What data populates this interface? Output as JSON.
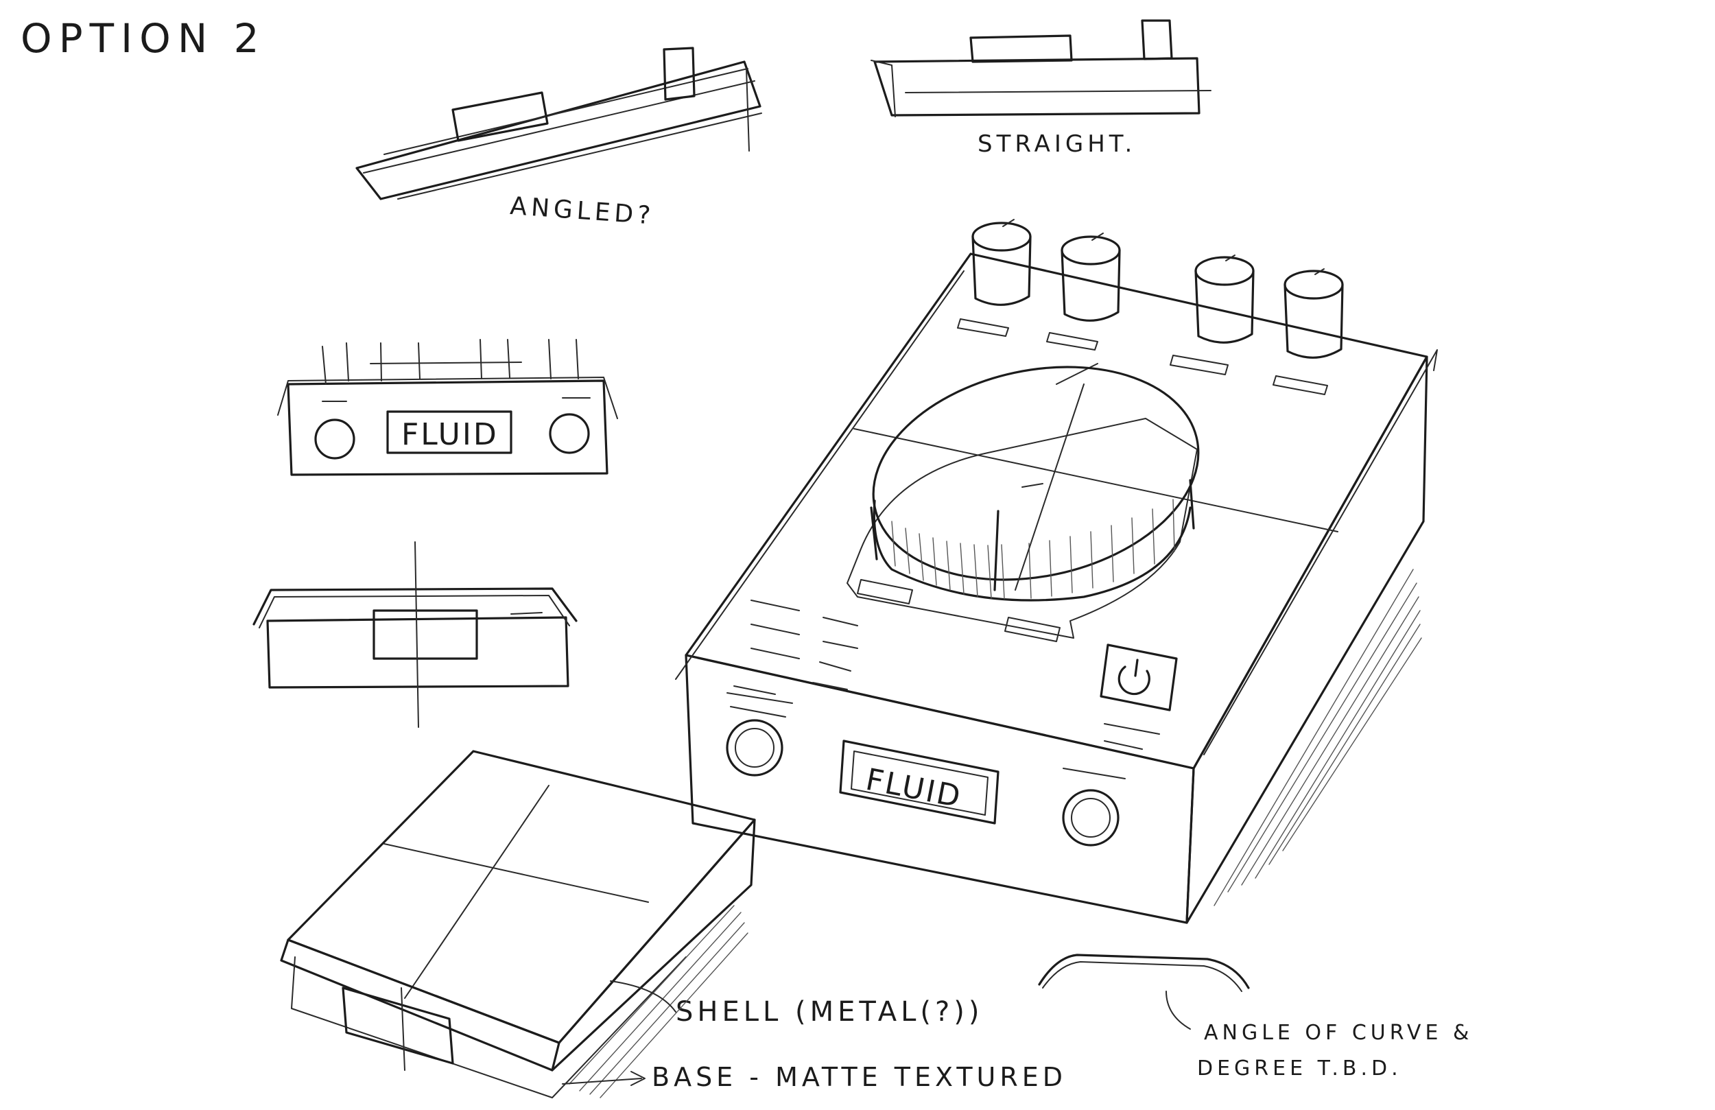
{
  "sheet": {
    "title": "OPTION 2"
  },
  "side_profiles": {
    "angled_label": "ANGLED?",
    "straight_label": "STRAIGHT."
  },
  "device": {
    "display_text": "FLUID",
    "knob_count": 4,
    "power_icon": "power-icon"
  },
  "callouts": {
    "shell": "SHELL (METAL(?))",
    "base": "BASE - MATTE TEXTURED",
    "curve_line1": "ANGLE OF CURVE &",
    "curve_line2": "DEGREE T.B.D."
  },
  "colors": {
    "ink": "#1c1c1c",
    "paper": "#ffffff"
  }
}
